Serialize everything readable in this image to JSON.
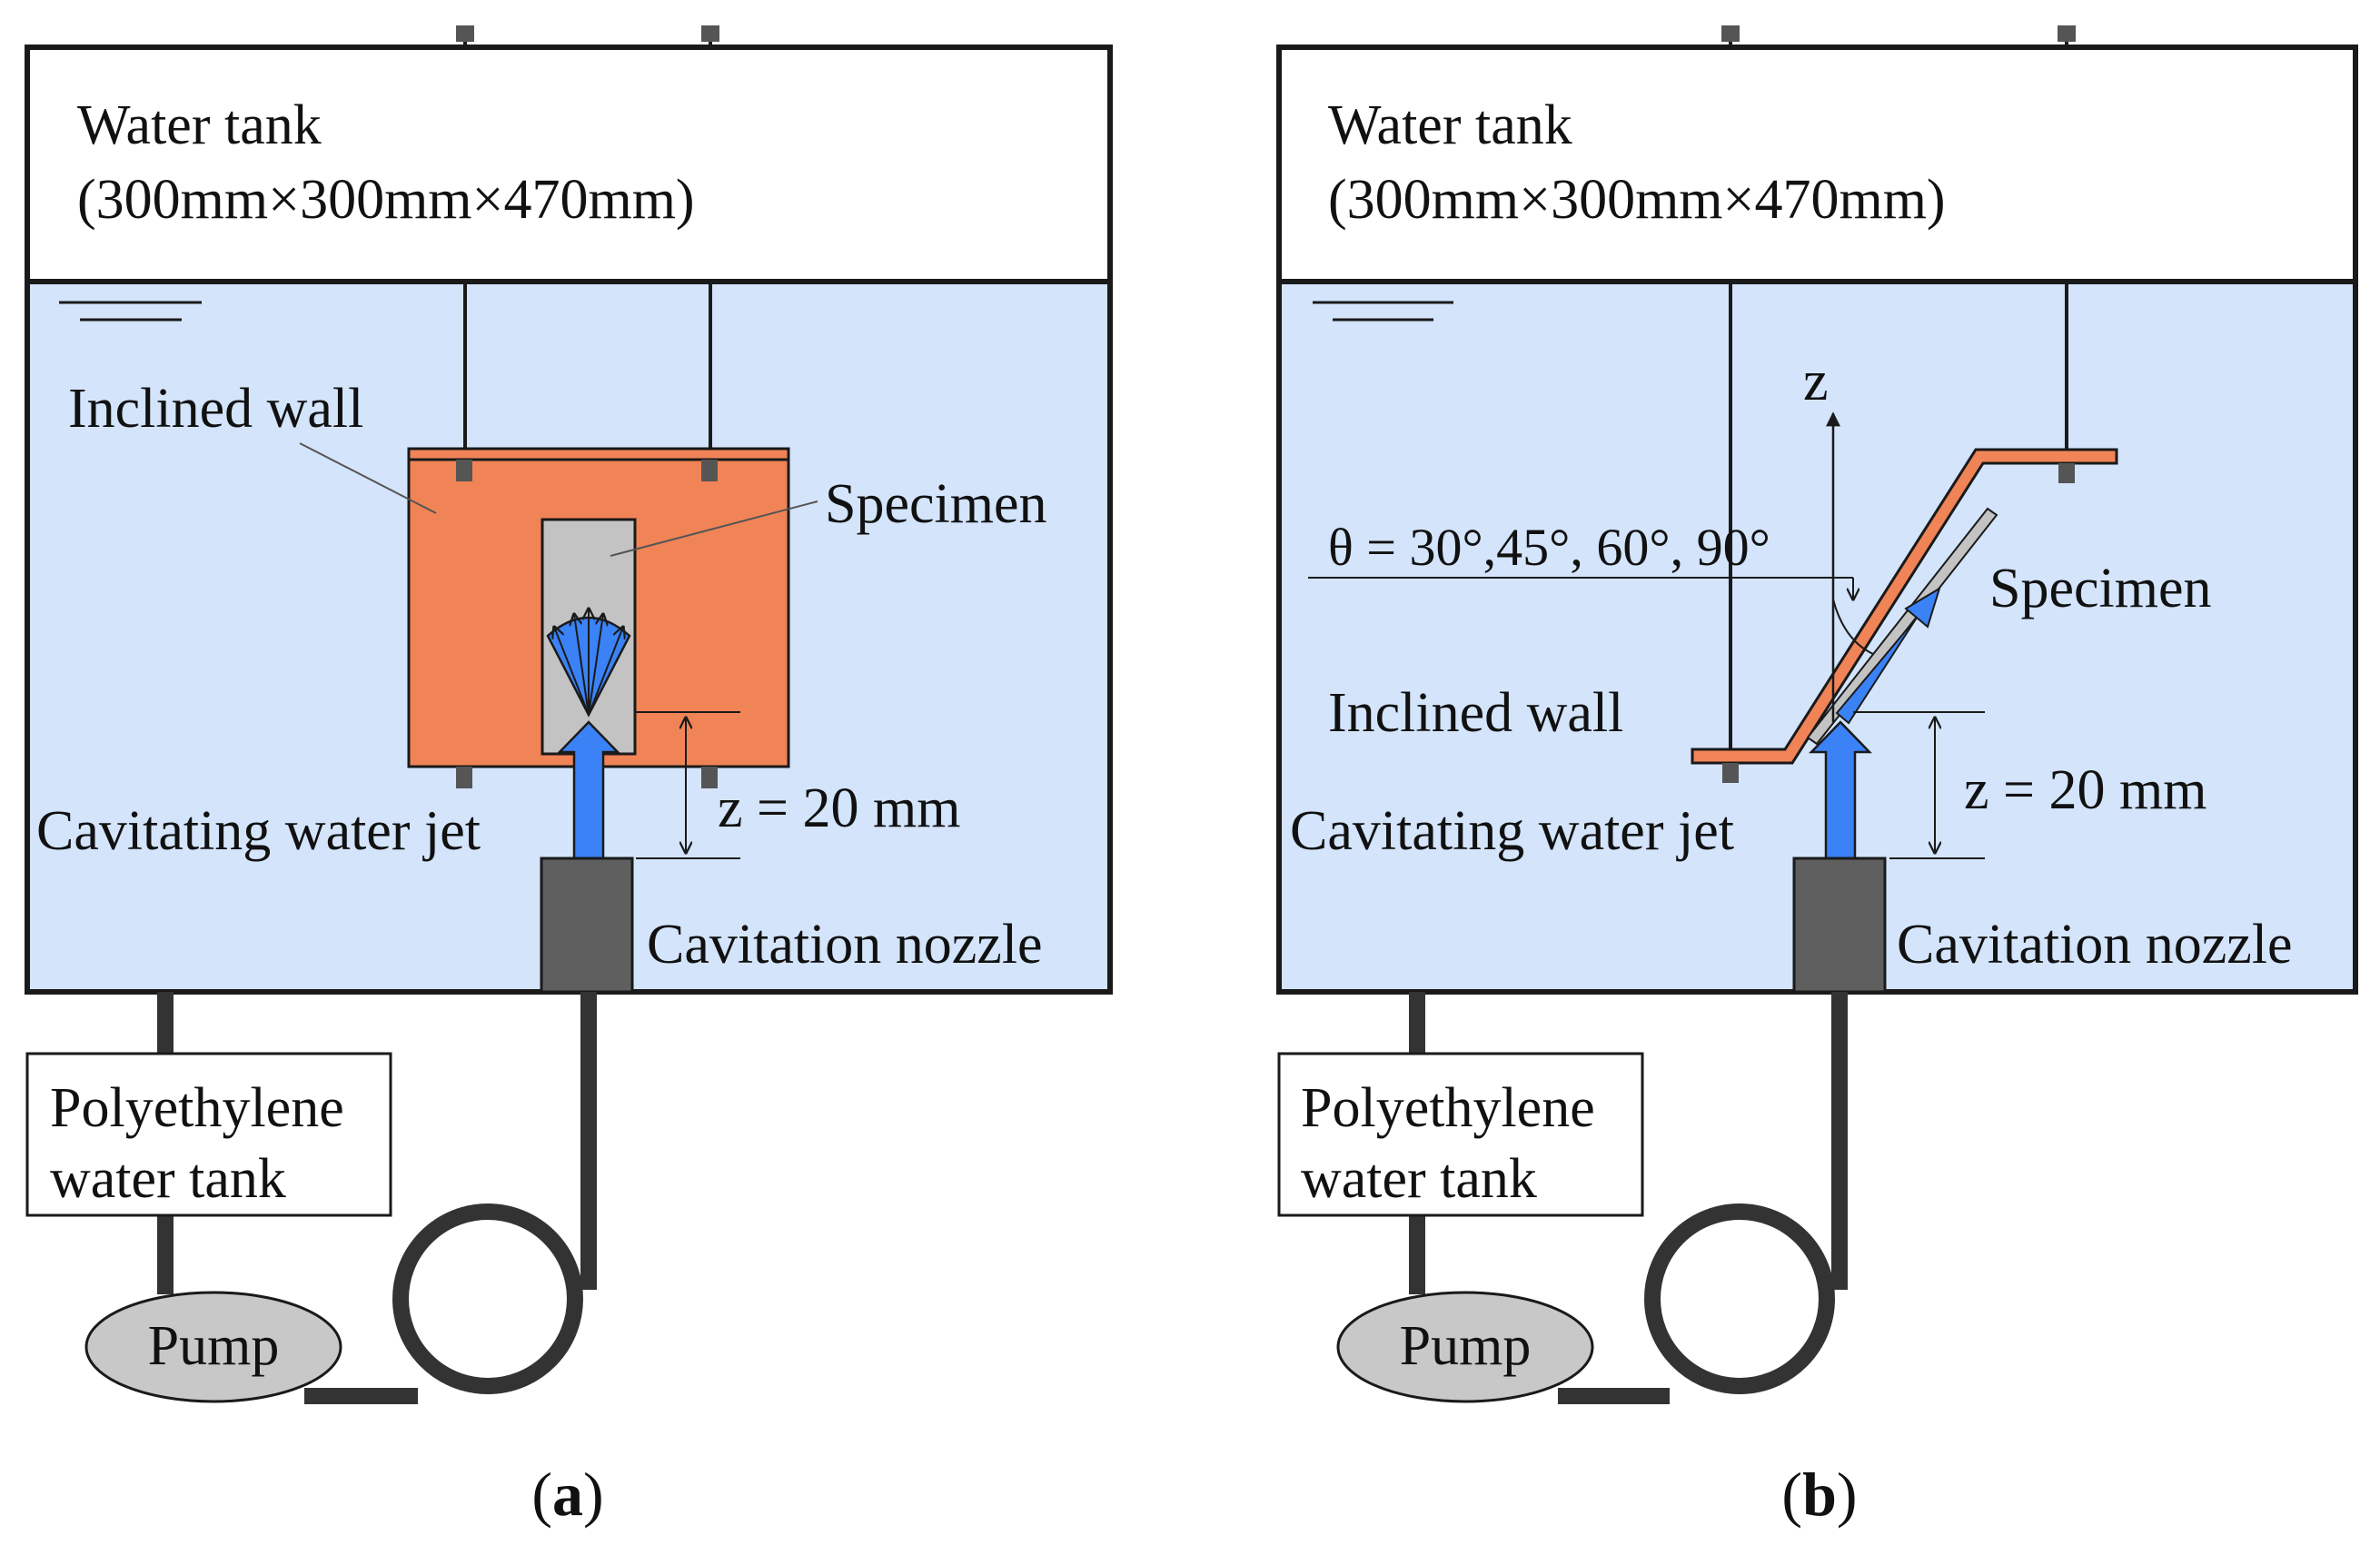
{
  "panels": [
    {
      "id": "a",
      "caption": {
        "open": "(",
        "letter": "a",
        "close": ")"
      },
      "labels": {
        "tank_title": "Water tank",
        "tank_dims": "(300mm×300mm×470mm)",
        "inclined_wall": "Inclined wall",
        "specimen": "Specimen",
        "jet": "Cavitating water jet",
        "distance": "z = 20 mm",
        "nozzle": "Cavitation nozzle",
        "pe_tank_line1": "Polyethylene",
        "pe_tank_line2": "water tank",
        "pump": "Pump"
      }
    },
    {
      "id": "b",
      "caption": {
        "open": "(",
        "letter": "b",
        "close": ")"
      },
      "labels": {
        "tank_title": "Water tank",
        "tank_dims": "(300mm×300mm×470mm)",
        "axis": "z",
        "angle": "θ = 30°,45°, 60°, 90°",
        "specimen": "Specimen",
        "inclined_wall": "Inclined wall",
        "distance": "z = 20 mm",
        "jet": "Cavitating water jet",
        "nozzle": "Cavitation nozzle",
        "pe_tank_line1": "Polyethylene",
        "pe_tank_line2": "water tank",
        "pump": "Pump"
      }
    }
  ],
  "colors": {
    "water": "#d3e4fb",
    "wall": "#f08457",
    "specimen": "#c3c3c3",
    "jet": "#3b82f6",
    "nozzle": "#5f5f5f",
    "pipe": "#333333",
    "pump": "#c8c8c8",
    "outline": "#1a1a1a"
  }
}
